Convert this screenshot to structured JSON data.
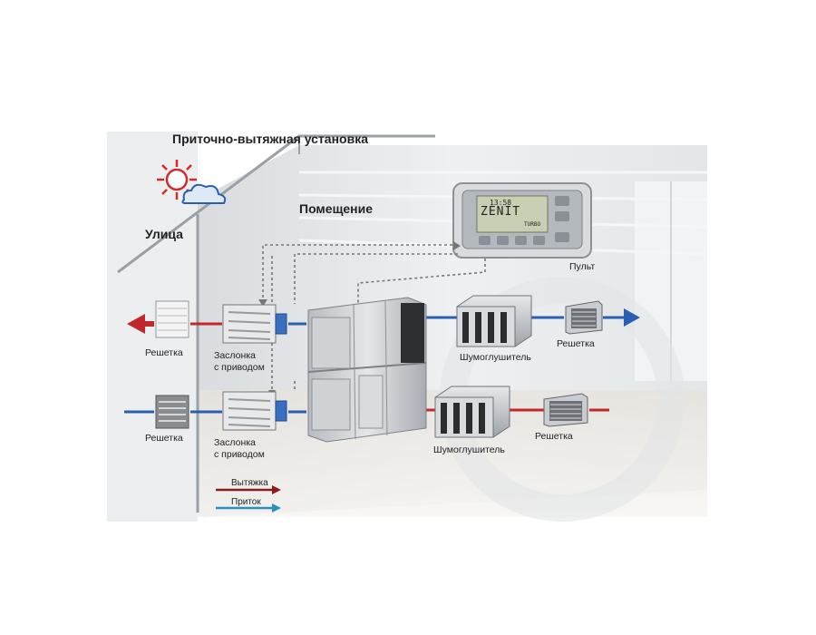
{
  "title": "Приточно-вытяжная установка",
  "zones": {
    "street": "Улица",
    "room": "Помещение"
  },
  "controller": {
    "label": "Пульт",
    "screen_time": "13:58",
    "screen_brand": "ZENIT",
    "screen_mode": "TURBO"
  },
  "components": {
    "grille_exhaust_out": "Решетка",
    "grille_supply_in": "Решетка",
    "damper_top": "Заслонка\nс приводом",
    "damper_bottom": "Заслонка\nс приводом",
    "silencer_supply": "Шумоглушитель",
    "silencer_extract": "Шумоглушитель",
    "grille_supply_room": "Решетка",
    "grille_extract_room": "Решетка"
  },
  "legend": {
    "exhaust": "Вытяжка",
    "supply": "Приток"
  },
  "colors": {
    "exhaust": "#c0282b",
    "supply": "#2a5fb0",
    "legend_exhaust": "#8a1c1c",
    "legend_supply": "#2a8fc0"
  }
}
